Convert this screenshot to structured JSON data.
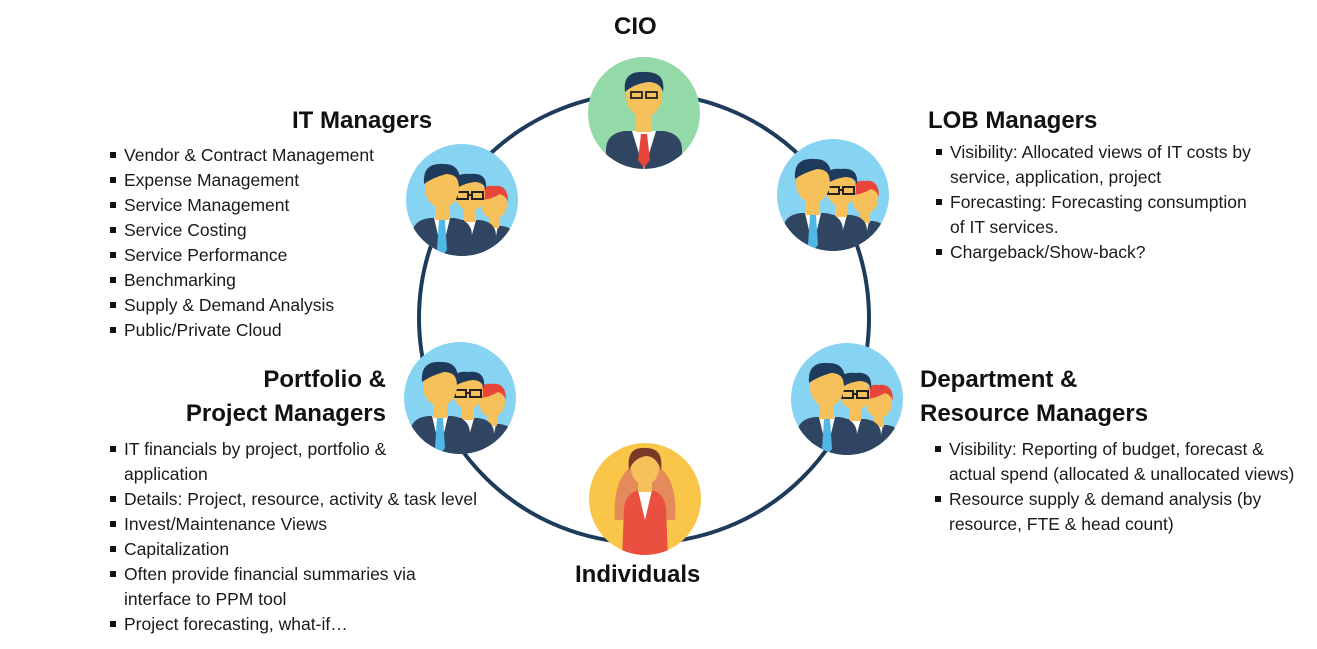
{
  "colors": {
    "ring": "#1f3b5c",
    "group_bg": "#87d3f2",
    "cio_bg": "#94d9a8",
    "individual_bg": "#f9c64a",
    "skin": "#f6c05a",
    "hair": "#1f3b5c",
    "suit": "#2f4562",
    "tie": "#4fb8e6",
    "cio_tie": "#e8463a",
    "woman_suit": "#e9503f",
    "woman_hair": "#e58a5a"
  },
  "nodes": {
    "cio": {
      "title": "CIO",
      "icon": "executive-icon"
    },
    "it_managers": {
      "title": "IT Managers",
      "icon": "team-icon",
      "items": [
        "Vendor & Contract Management",
        "Expense Management",
        "Service Management",
        "Service Costing",
        "Service Performance",
        "Benchmarking",
        "Supply & Demand Analysis",
        "Public/Private Cloud"
      ]
    },
    "lob_managers": {
      "title": "LOB Managers",
      "icon": "team-icon",
      "items": [
        "Visibility: Allocated views of IT costs by service, application, project",
        "Forecasting: Forecasting consumption of IT services.",
        "Chargeback/Show-back?"
      ]
    },
    "portfolio_managers": {
      "title_line1": "Portfolio &",
      "title_line2": "Project Managers",
      "icon": "team-icon",
      "items": [
        "IT financials by project, portfolio & application",
        "Details: Project, resource, activity & task level",
        "Invest/Maintenance Views",
        "Capitalization",
        "Often provide financial summaries via interface to PPM tool",
        "Project forecasting, what-if…"
      ]
    },
    "department_managers": {
      "title_line1": "Department &",
      "title_line2": "Resource Managers",
      "icon": "team-icon",
      "items": [
        "Visibility: Reporting of budget, forecast & actual spend (allocated & unallocated views)",
        "Resource supply & demand analysis (by resource, FTE & head count)"
      ]
    },
    "individuals": {
      "title": "Individuals",
      "icon": "businesswoman-icon"
    }
  }
}
